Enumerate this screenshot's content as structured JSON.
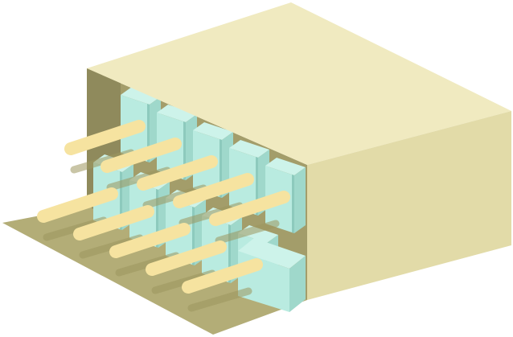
{
  "illustration": {
    "subject": "connector-housing",
    "colors": {
      "background": "#ffffff",
      "housing_top": "#f0eac0",
      "housing_side": "#e2dba8",
      "housing_inner": "#a39d6a",
      "housing_inner_dark": "#8f8a5c",
      "base_plate": "#b3ad77",
      "insert_face": "#b9ebe0",
      "insert_top": "#cdf3ea",
      "insert_side": "#9fd8cb",
      "insert_edge": "#8dcabd",
      "pin": "#f6e3a0",
      "pin_shadow": "#9d975f"
    },
    "insert_block_rows": 2,
    "insert_block_columns": 5,
    "pin_rows": 2,
    "pins_per_row": 5
  }
}
